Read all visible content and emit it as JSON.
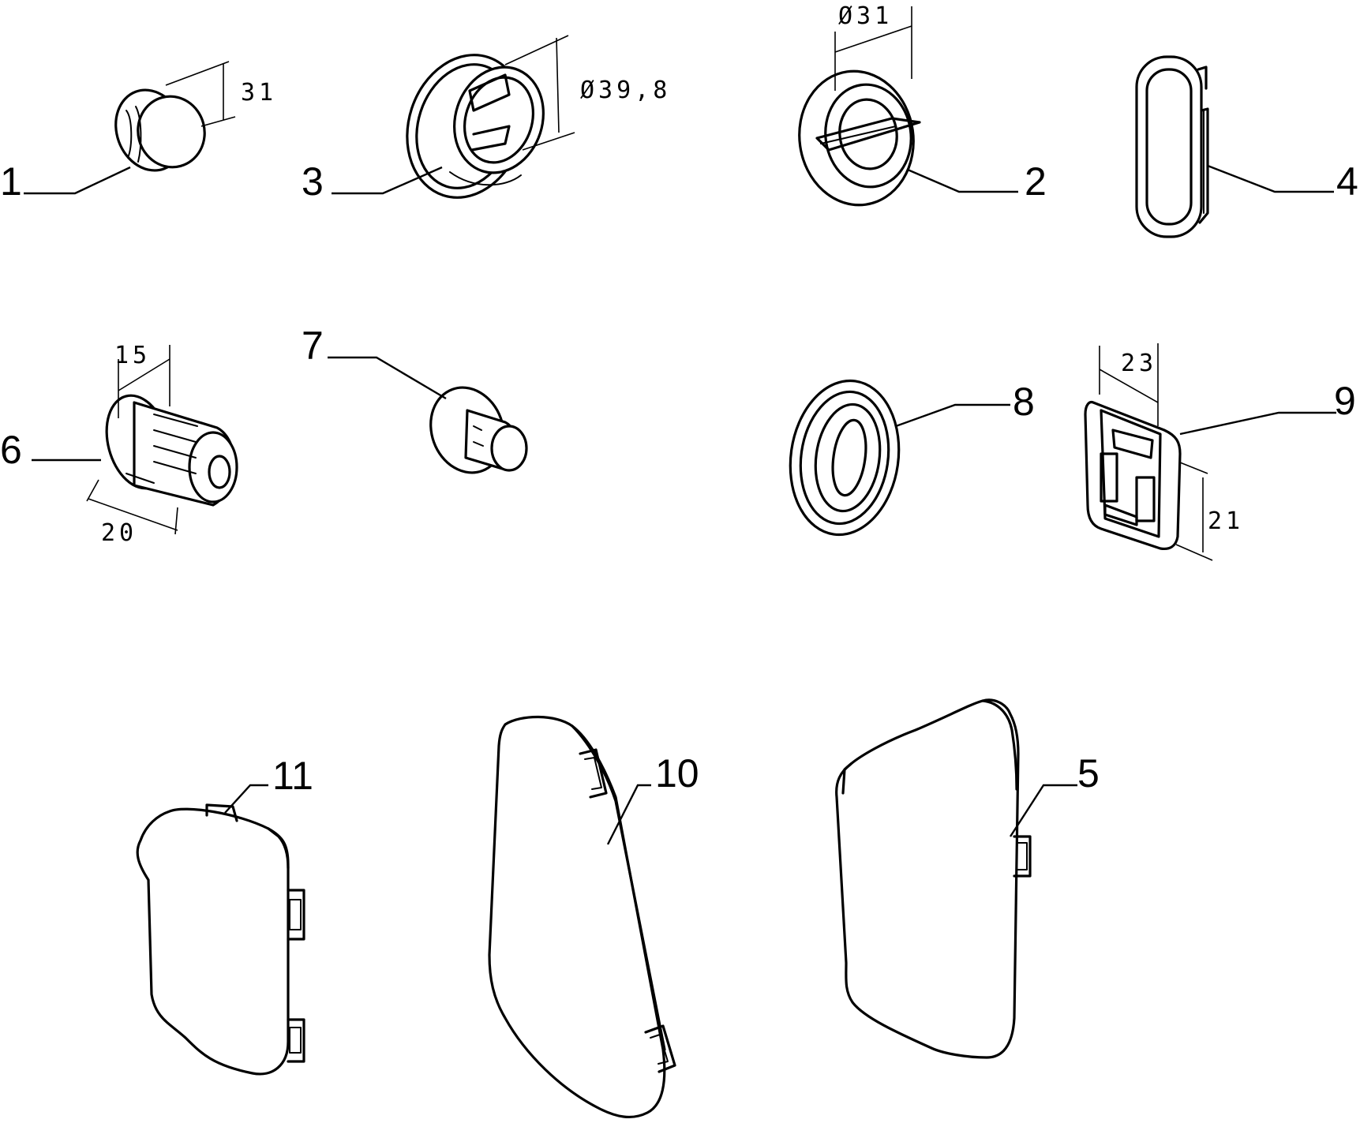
{
  "callouts": {
    "c1": "1",
    "c2": "2",
    "c3": "3",
    "c4": "4",
    "c5": "5",
    "c6": "6",
    "c7": "7",
    "c8": "8",
    "c9": "9",
    "c10": "10",
    "c11": "11"
  },
  "dimensions": {
    "d_part1": "31",
    "d_part3": "Ø39,8",
    "d_part2": "Ø31",
    "d_part6_len": "15",
    "d_part6_dia": "20",
    "d_part9_w": "23",
    "d_part9_h": "21"
  },
  "colors": {
    "line": "#000000",
    "background": "#ffffff"
  }
}
